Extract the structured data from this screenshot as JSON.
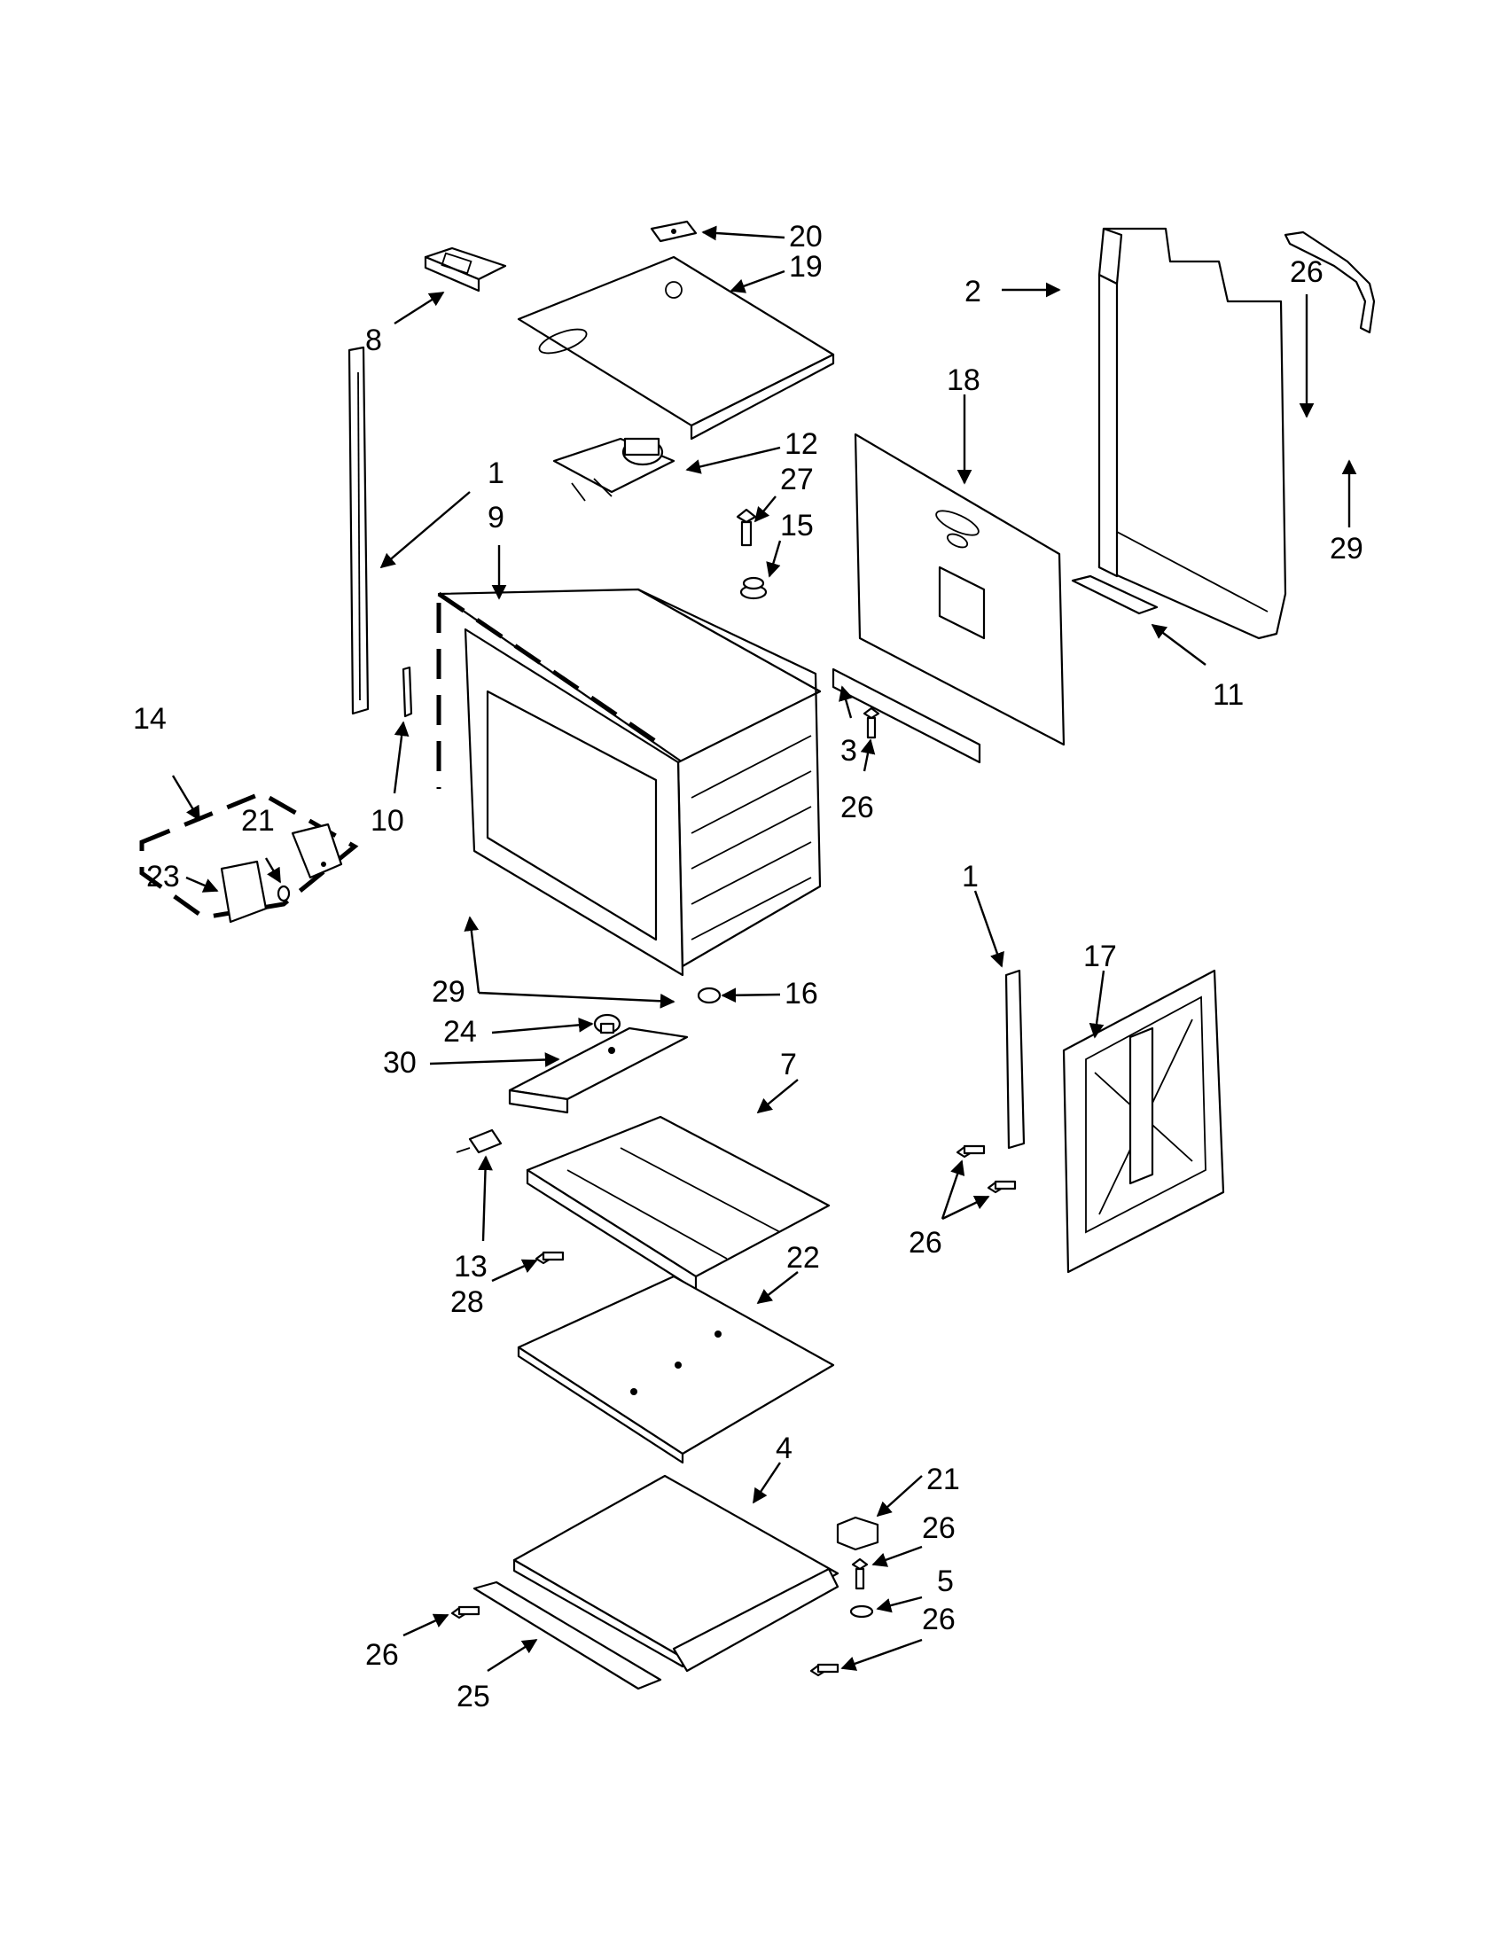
{
  "labels": {
    "l20": "20",
    "l19": "19",
    "l8": "8",
    "l2": "2",
    "l26a": "26",
    "l18": "18",
    "l12": "12",
    "l27": "27",
    "l15": "15",
    "l1a": "1",
    "l9": "9",
    "l29a": "29",
    "l11": "11",
    "l3": "3",
    "l26b": "26",
    "l14": "14",
    "l21a": "21",
    "l23": "23",
    "l10": "10",
    "l1b": "1",
    "l17": "17",
    "l29b": "29",
    "l16": "16",
    "l24": "24",
    "l30": "30",
    "l7": "7",
    "l26c": "26",
    "l13": "13",
    "l28": "28",
    "l22": "22",
    "l4": "4",
    "l21b": "21",
    "l26d": "26",
    "l5": "5",
    "l26e": "26",
    "l26f": "26",
    "l25": "25"
  }
}
